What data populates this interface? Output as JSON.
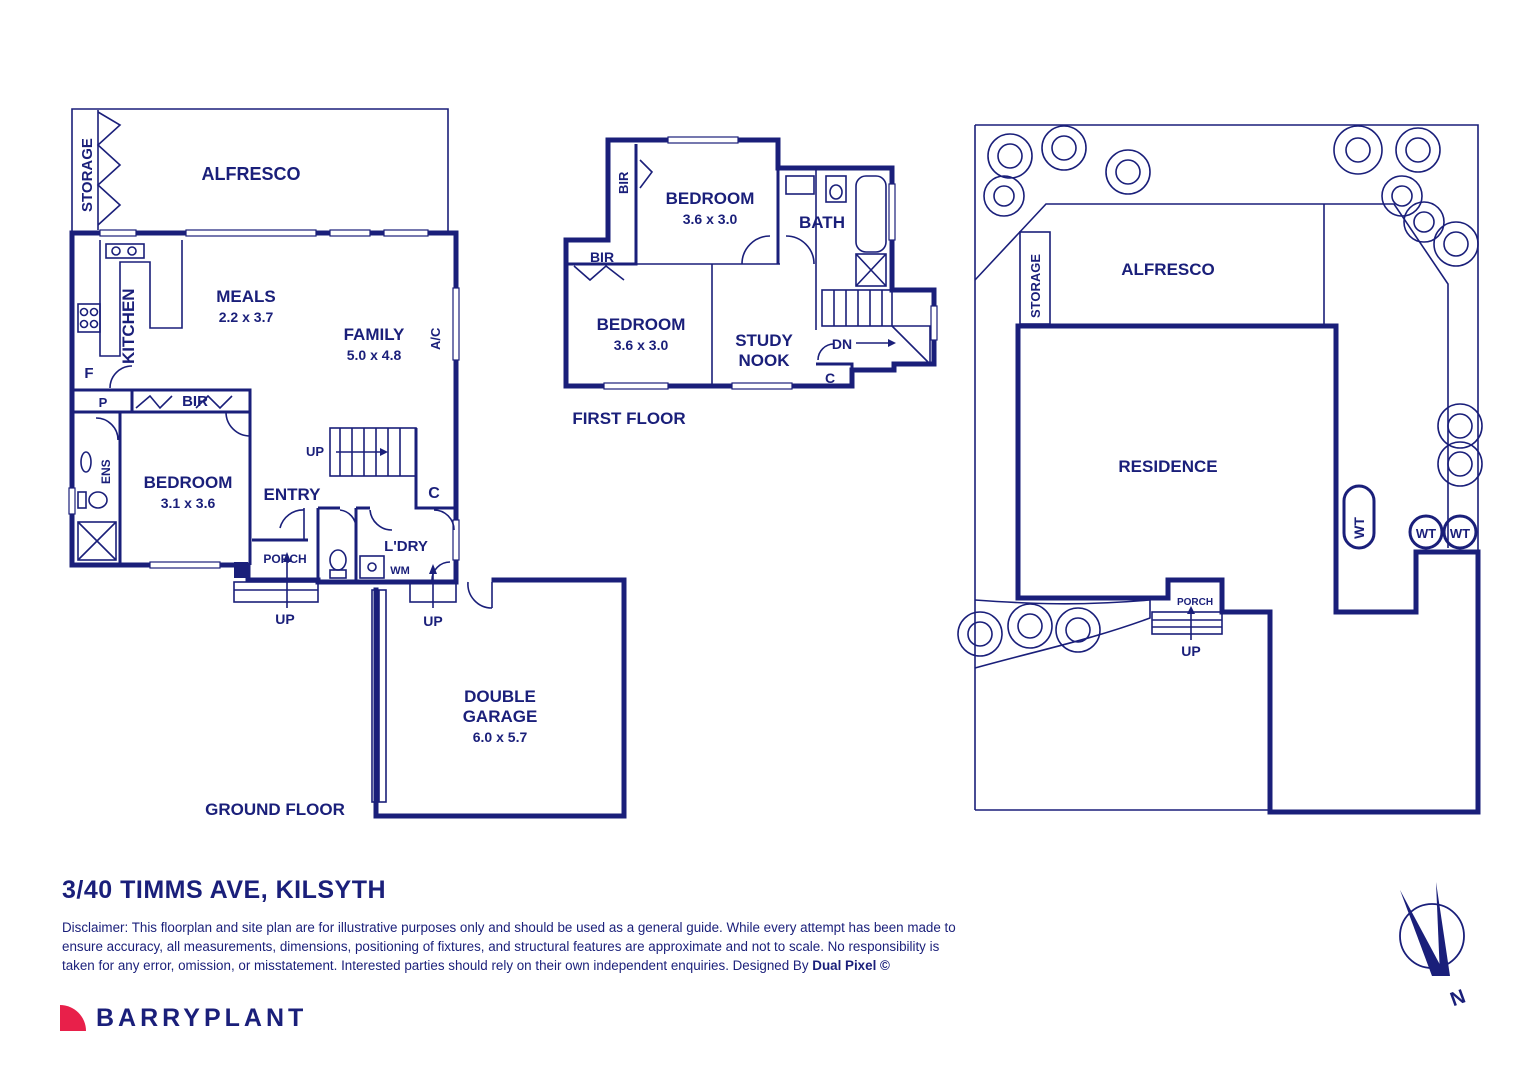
{
  "ground_floor": {
    "label": "GROUND FLOOR",
    "storage": "STORAGE",
    "alfresco": "ALFRESCO",
    "kitchen": "KITCHEN",
    "meals": "MEALS",
    "meals_dim": "2.2 x 3.7",
    "family": "FAMILY",
    "family_dim": "5.0 x 4.8",
    "ac": "A/C",
    "fridge": "F",
    "pantry": "P",
    "bir": "BIR",
    "ens": "ENS",
    "bedroom": "BEDROOM",
    "bedroom_dim": "3.1 x 3.6",
    "entry": "ENTRY",
    "up_stairs": "UP",
    "cupboard": "C",
    "laundry": "L'DRY",
    "wm": "WM",
    "porch": "PORCH",
    "up_porch": "UP",
    "up_laundry": "UP",
    "garage_line1": "DOUBLE",
    "garage_line2": "GARAGE",
    "garage_dim": "6.0 x 5.7"
  },
  "first_floor": {
    "label": "FIRST FLOOR",
    "bir_top": "BIR",
    "bedroom1": "BEDROOM",
    "bedroom1_dim": "3.6 x 3.0",
    "bath": "BATH",
    "bir_left": "BIR",
    "bedroom2": "BEDROOM",
    "bedroom2_dim": "3.6 x 3.0",
    "study_line1": "STUDY",
    "study_line2": "NOOK",
    "dn": "DN",
    "cupboard": "C"
  },
  "site_plan": {
    "storage": "STORAGE",
    "alfresco": "ALFRESCO",
    "residence": "RESIDENCE",
    "porch": "PORCH",
    "up": "UP",
    "wt1": "WT",
    "wt2": "WT",
    "wt3": "WT"
  },
  "footer": {
    "address": "3/40 TIMMS AVE, KILSYTH",
    "disclaimer": "Disclaimer: This floorplan and site plan are for illustrative purposes only and should be used as a general guide. While every attempt has been made to ensure accuracy, all measurements, dimensions, positioning of fixtures, and structural features are approximate and not to scale. No responsibility is taken for any error, omission, or misstatement. Interested parties should rely on their own independent enquiries. Designed By ",
    "designer": "Dual Pixel ©",
    "brand": "BARRYPLANT",
    "compass_letter": "N"
  },
  "colors": {
    "ink": "#1a1f7a",
    "brand_accent": "#e8204a"
  }
}
